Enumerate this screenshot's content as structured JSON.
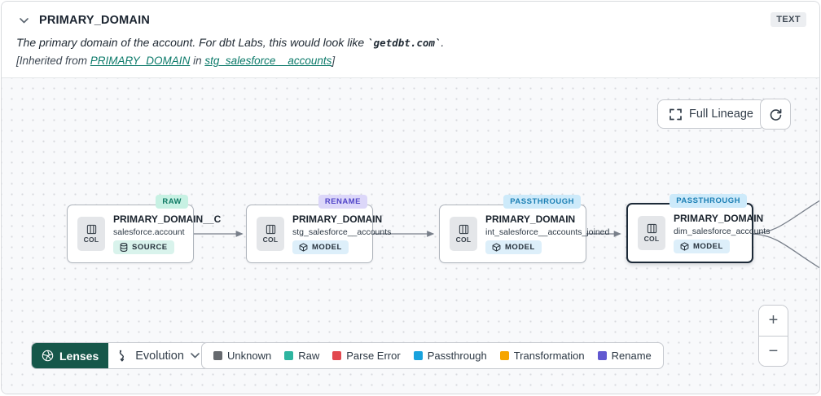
{
  "header": {
    "title": "PRIMARY_DOMAIN",
    "type_badge": "TEXT",
    "description": {
      "prefix": "The primary domain of the account. For dbt Labs, this would look like ",
      "code": "`getdbt.com`",
      "suffix": "."
    },
    "inherited": {
      "prefix": "[Inherited from ",
      "column_link": "PRIMARY_DOMAIN",
      "middle": " in ",
      "model_link": "stg_salesforce__accounts",
      "suffix": "]"
    }
  },
  "toolbar": {
    "full_lineage_label": "Full Lineage"
  },
  "nodes": [
    {
      "badge": "RAW",
      "badge_bg": "#c7f1e3",
      "badge_color": "#0f7a64",
      "col_label": "COL",
      "title": "PRIMARY_DOMAIN__C",
      "subtitle": "salesforce.account",
      "tag": "SOURCE",
      "selected": false
    },
    {
      "badge": "RENAME",
      "badge_bg": "#dcd7f9",
      "badge_color": "#5044c8",
      "col_label": "COL",
      "title": "PRIMARY_DOMAIN",
      "subtitle": "stg_salesforce__accounts",
      "tag": "MODEL",
      "selected": false
    },
    {
      "badge": "PASSTHROUGH",
      "badge_bg": "#cdeafa",
      "badge_color": "#1b7fb4",
      "col_label": "COL",
      "title": "PRIMARY_DOMAIN",
      "subtitle": "int_salesforce__accounts_joined",
      "tag": "MODEL",
      "selected": false
    },
    {
      "badge": "PASSTHROUGH",
      "badge_bg": "#cdeafa",
      "badge_color": "#1b7fb4",
      "col_label": "COL",
      "title": "PRIMARY_DOMAIN",
      "subtitle": "dim_salesforce_accounts",
      "tag": "MODEL",
      "selected": true
    }
  ],
  "footer": {
    "lenses_label": "Lenses",
    "lenses_bg": "#16574a",
    "lens_selected": "Evolution",
    "legend": [
      {
        "label": "Unknown",
        "color": "#66696e"
      },
      {
        "label": "Raw",
        "color": "#2eb5a0"
      },
      {
        "label": "Parse Error",
        "color": "#e2484f"
      },
      {
        "label": "Passthrough",
        "color": "#18a2dd"
      },
      {
        "label": "Transformation",
        "color": "#f6a500"
      },
      {
        "label": "Rename",
        "color": "#6158d0"
      }
    ],
    "zoom_in_label": "+",
    "zoom_out_label": "−"
  },
  "colors": {
    "link_teal": "#0c7a6a",
    "edge": "#787f8a",
    "canvas_bg": "#f8f9fb"
  }
}
